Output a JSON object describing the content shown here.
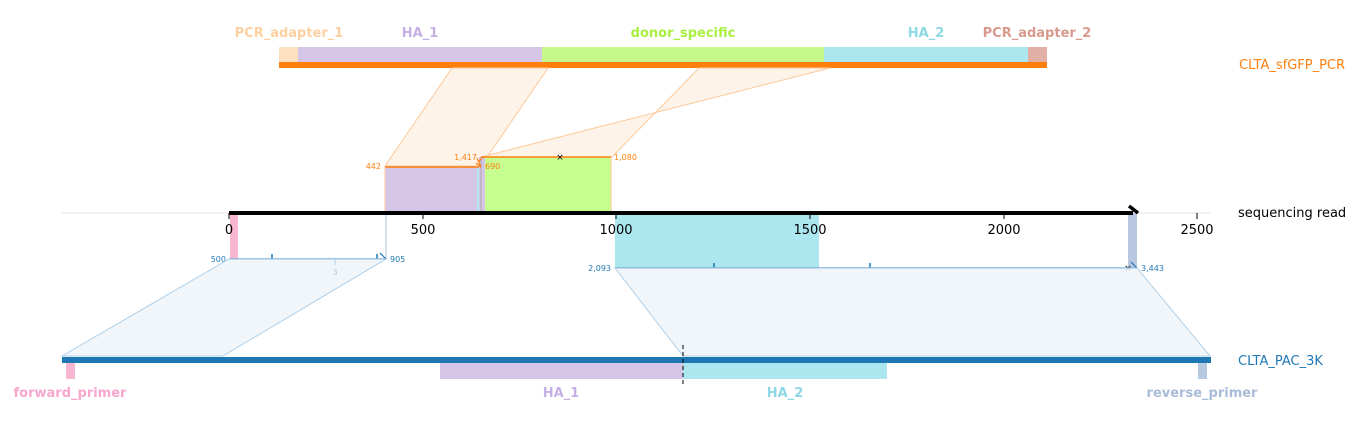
{
  "top_reference": {
    "name": "CLTA_sfGFP_PCR",
    "color": "#ff7f0e",
    "features": [
      {
        "label": "PCR_adapter_1",
        "color": "#fdd9b0"
      },
      {
        "label": "HA_1",
        "color": "#c5b0d5"
      },
      {
        "label": "donor_specific",
        "color": "#b5f95b"
      },
      {
        "label": "HA_2",
        "color": "#9edae5"
      },
      {
        "label": "PCR_adapter_2",
        "color": "#d89a8d"
      }
    ]
  },
  "read": {
    "name": "sequencing read",
    "axis_ticks": [
      "0",
      "500",
      "1000",
      "1500",
      "2000",
      "2500"
    ],
    "top_alignment_labels": {
      "a_start": "442",
      "a_end": "690",
      "b_start": "1,417",
      "b_end": "1,080"
    },
    "bottom_alignment_labels": {
      "a_start": "500",
      "a_end": "905",
      "a_mid": "3",
      "b_start": "2,093",
      "b_end": "3,443"
    }
  },
  "bottom_reference": {
    "name": "CLTA_PAC_3K",
    "color": "#1f77b4",
    "features": [
      {
        "label": "forward_primer",
        "color": "#f7b6d2"
      },
      {
        "label": "HA_1",
        "color": "#c5b0d5"
      },
      {
        "label": "HA_2",
        "color": "#9edae5"
      },
      {
        "label": "reverse_primer",
        "color": "#aec7e8"
      }
    ]
  }
}
